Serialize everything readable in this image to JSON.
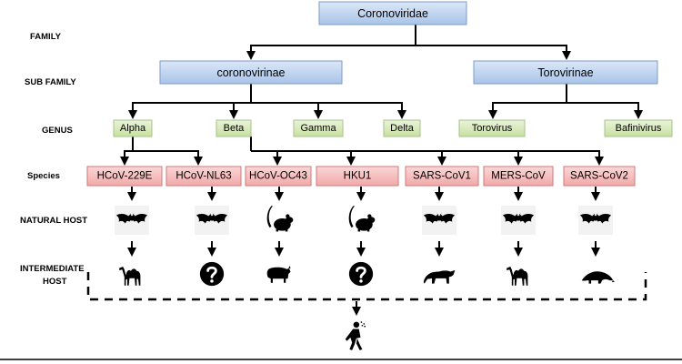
{
  "row_labels": {
    "family": "FAMILY",
    "subfamily": "SUB FAMILY",
    "genus": "GENUS",
    "species": "Species",
    "natural_host": "NATURAL HOST",
    "intermediate_host_1": "INTERMEDIATE",
    "intermediate_host_2": "HOST"
  },
  "family": "Coronoviridae",
  "subfamilies": [
    "coronovirinae",
    "Torovirinae"
  ],
  "genera": [
    "Alpha",
    "Beta",
    "Gamma",
    "Delta",
    "Torovirus",
    "Bafinivirus"
  ],
  "species": [
    {
      "name": "HCoV-229E",
      "natural_host": "bat-icon",
      "intermediate_host": "camel-icon"
    },
    {
      "name": "HCoV-NL63",
      "natural_host": "bat-icon",
      "intermediate_host": "question-icon"
    },
    {
      "name": "HCoV-OC43",
      "natural_host": "rodent-icon",
      "intermediate_host": "cattle-icon"
    },
    {
      "name": "HKU1",
      "natural_host": "rodent-icon",
      "intermediate_host": "question-icon"
    },
    {
      "name": "SARS-CoV1",
      "natural_host": "bat-icon",
      "intermediate_host": "civet-icon"
    },
    {
      "name": "MERS-CoV",
      "natural_host": "bat-icon",
      "intermediate_host": "camel-icon"
    },
    {
      "name": "SARS-CoV2",
      "natural_host": "bat-icon",
      "intermediate_host": "pangolin-icon"
    }
  ],
  "final_host_icon": "sick-human-icon",
  "colors": {
    "family_box": "#c5d9f1",
    "genus_box": "#d8e9bd",
    "species_box": "#f4b8b8"
  }
}
